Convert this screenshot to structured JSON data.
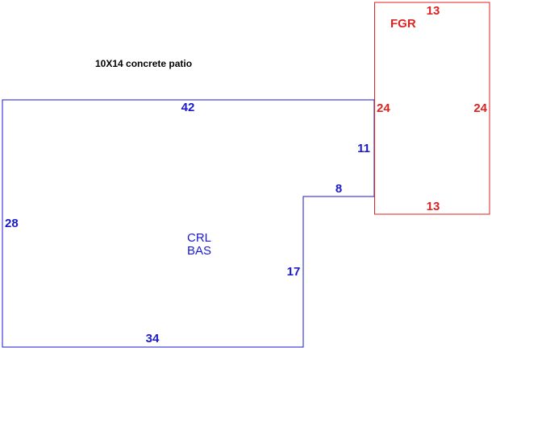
{
  "colors": {
    "basement": "#1a1acc",
    "garage": "#dd2222",
    "note": "#000000"
  },
  "note": "10X14 concrete patio",
  "basement": {
    "label_line1": "CRL",
    "label_line2": "BAS",
    "dimensions": {
      "top": "42",
      "left": "28",
      "bottom": "34",
      "inner_vertical": "17",
      "step": "8",
      "right_upper": "11"
    }
  },
  "garage": {
    "label": "FGR",
    "dimensions": {
      "top": "13",
      "bottom": "13",
      "left": "24",
      "right": "24"
    }
  }
}
